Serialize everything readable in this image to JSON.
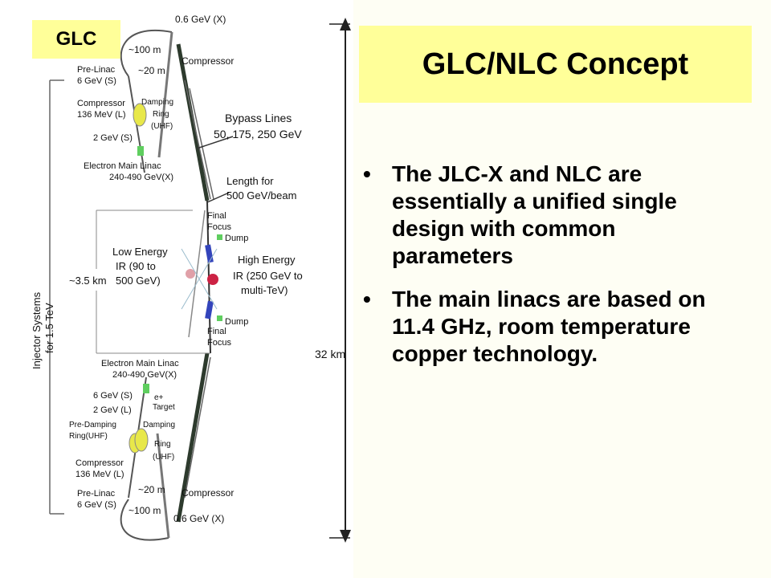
{
  "badge": {
    "label": "GLC"
  },
  "title": "GLC/NLC Concept",
  "bullets": [
    "The JLC-X and NLC are essentially  a unified single design with common parameters",
    "The main linacs are based on 11.4 GHz, room temperature copper technology."
  ],
  "colors": {
    "highlight": "#ffff99",
    "damping_ring": "#e8e84a",
    "dump": "#5fce5f",
    "ir_high": "#cc2244",
    "ir_low": "#e0a0a8",
    "magnet": "#3344bb"
  },
  "diagram": {
    "top": {
      "dist_100m": "~100 m",
      "dist_20m": "~20 m",
      "energy_06": "0.6 GeV (X)",
      "compressor": "Compressor",
      "prelinac_1": "Pre-Linac",
      "prelinac_2": "6 GeV (S)",
      "compressor136_1": "Compressor",
      "compressor136_2": "136 MeV (L)",
      "damping_1": "Damping",
      "damping_2": "Ring",
      "damping_3": "(UHF)",
      "gev2": "2 GeV (S)",
      "eml_1": "Electron Main Linac",
      "eml_2": "240-490 GeV(X)"
    },
    "bypass_1": "Bypass Lines",
    "bypass_2": "50, 175, 250 GeV",
    "length_1": "Length for",
    "length_2": "500 GeV/beam",
    "ff_top_1": "Final",
    "ff_top_2": "Focus",
    "dump_top": "Dump",
    "low_ir_1": "Low Energy",
    "low_ir_2": "IR (90 to",
    "low_ir_3": "500 GeV)",
    "high_ir_1": "High Energy",
    "high_ir_2": "IR (250 GeV to",
    "high_ir_3": "multi-TeV)",
    "dist_35km": "~3.5 km",
    "dump_bottom": "Dump",
    "ff_bot_1": "Final",
    "ff_bot_2": "Focus",
    "injector_1": "Injector Systems",
    "injector_2": "for 1.5 TeV",
    "total_length": "32 km",
    "bottom": {
      "eml_1": "Electron Main Linac",
      "eml_2": "240-490 GeV(X)",
      "gev6": "6 GeV (S)",
      "gev2": "2 GeV (L)",
      "eplus": "e+",
      "target": "Target",
      "predamp_1": "Pre-Damping",
      "predamp_2": "Ring(UHF)",
      "damping_1": "Damping",
      "damping_2": "Ring",
      "damping_3": "(UHF)",
      "compressor136_1": "Compressor",
      "compressor136_2": "136 MeV (L)",
      "dist_20m": "~20 m",
      "compressor": "Compressor",
      "prelinac_1": "Pre-Linac",
      "prelinac_2": "6 GeV (S)",
      "dist_100m": "~100 m",
      "energy_06": "0.6 GeV (X)"
    }
  }
}
